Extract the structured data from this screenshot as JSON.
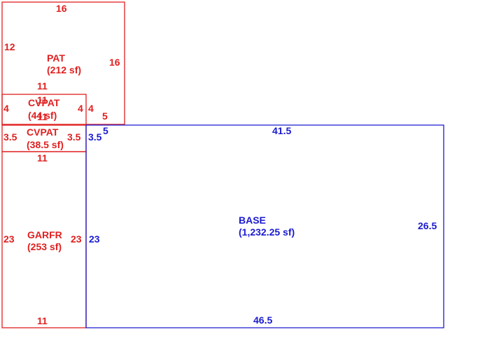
{
  "colors": {
    "addition": "#e02020",
    "base": "#1a1ad0"
  },
  "areas": {
    "pat": {
      "name": "PAT",
      "area": "(212 sf)",
      "dims": {
        "top": "16",
        "left": "12",
        "right": "16",
        "bottom": "11"
      }
    },
    "cvpat1": {
      "name": "CVPAT",
      "area": "(44 sf)",
      "dims": {
        "top": "11",
        "left": "4",
        "right": "4",
        "bottom": "11"
      }
    },
    "cvpat2": {
      "name": "CVPAT",
      "area": "(38.5 sf)",
      "dims": {
        "left": "3.5",
        "right": "3.5",
        "bottom": "11"
      }
    },
    "garfr": {
      "name": "GARFR",
      "area": "(253 sf)",
      "dims": {
        "left": "23",
        "right": "23",
        "bottom": "11"
      }
    },
    "base": {
      "name": "BASE",
      "area": "(1,232.25 sf)",
      "dims": {
        "top": "41.5",
        "bottom": "46.5",
        "left": "23",
        "right": "26.5",
        "notch_left": "3.5",
        "notch_top": "5"
      }
    },
    "misc": {
      "upper_4": "4",
      "upper_5": "5"
    }
  }
}
